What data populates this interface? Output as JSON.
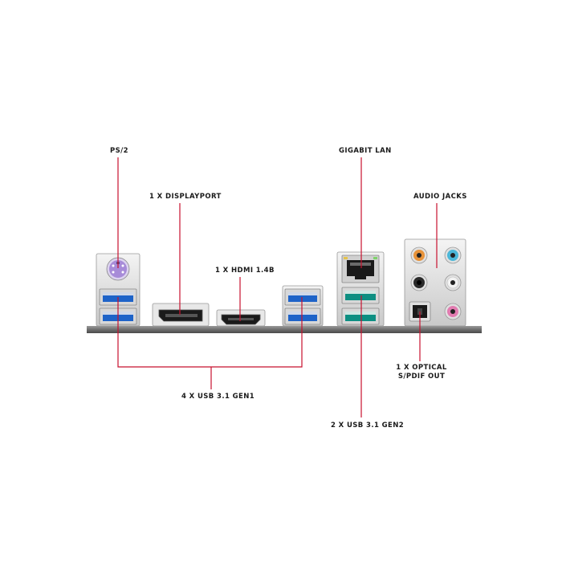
{
  "labels": {
    "ps2": "PS/2",
    "displayport": "1 X DISPLAYPORT",
    "hdmi": "1 X HDMI 1.4B",
    "gigabit_lan": "GIGABIT LAN",
    "audio_jacks": "AUDIO JACKS",
    "optical_line1": "1 X OPTICAL",
    "optical_line2": "S/PDIF OUT",
    "usb_gen1": "4 X USB 3.1 GEN1",
    "usb_gen2": "2 X USB 3.1 GEN2"
  },
  "colors": {
    "leader_line": "#c8102e",
    "usb_gen1_blue": "#1e63c8",
    "usb_gen2_teal": "#0c8f82",
    "ps2_port": "#a78bd8",
    "audio_orange": "#e8933a",
    "audio_blue": "#4bb7d8",
    "audio_black": "#2a2a2a",
    "audio_white": "#f2f2f2",
    "audio_pink": "#e27bb0"
  },
  "icons": [
    "ps2-port-icon",
    "usb-port-icon",
    "displayport-icon",
    "hdmi-icon",
    "ethernet-port-icon",
    "audio-jack-icon",
    "optical-port-icon"
  ]
}
